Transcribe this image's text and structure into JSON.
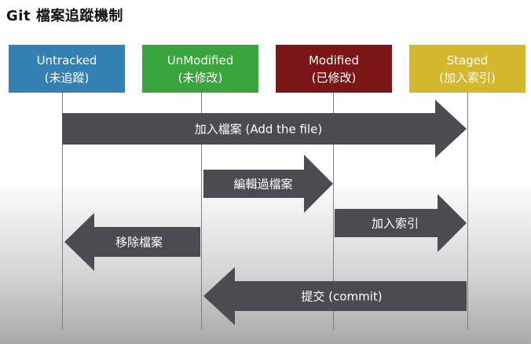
{
  "title": "Git 檔案追蹤機制",
  "states": [
    {
      "name": "Untracked",
      "sub": "(未追蹤)",
      "color": "#3380b2"
    },
    {
      "name": "UnModified",
      "sub": "(未修改)",
      "color": "#3aa53c"
    },
    {
      "name": "Modified",
      "sub": "(已修改)",
      "color": "#7b1516"
    },
    {
      "name": "Staged",
      "sub": "(加入索引)",
      "color": "#d3b72d"
    }
  ],
  "transitions": [
    {
      "label": "加入檔案 (Add the file)",
      "from": "Untracked",
      "to": "Staged"
    },
    {
      "label": "編輯過檔案",
      "from": "UnModified",
      "to": "Modified"
    },
    {
      "label": "加入索引",
      "from": "Modified",
      "to": "Staged"
    },
    {
      "label": "移除檔案",
      "from": "UnModified",
      "to": "Untracked"
    },
    {
      "label": "提交 (commit)",
      "from": "Staged",
      "to": "UnModified"
    }
  ],
  "colors": {
    "arrow": "#4a4c52",
    "lifeline": "#7f7f7f"
  }
}
